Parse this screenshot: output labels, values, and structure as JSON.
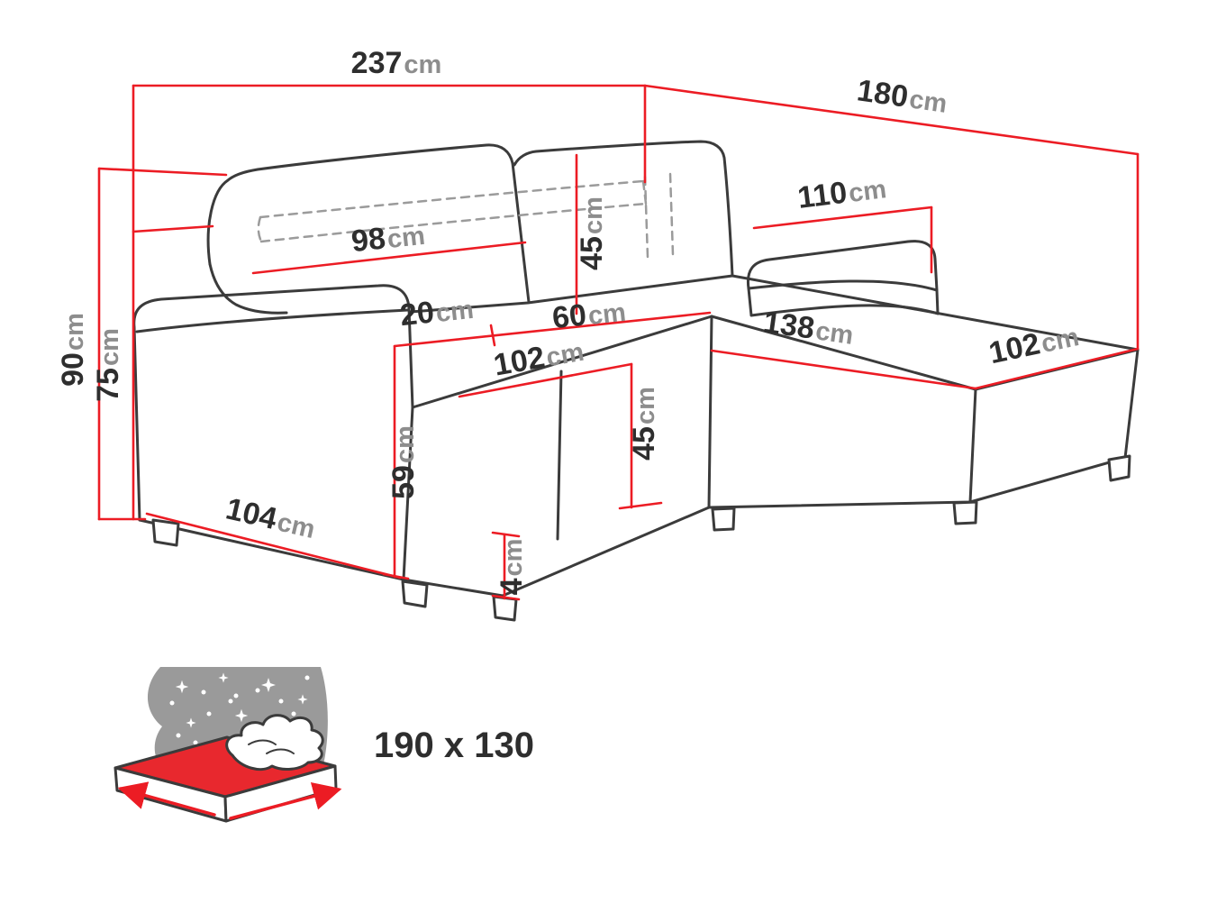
{
  "diagram": {
    "type": "corner-sofa dimension diagram",
    "background": "#ffffff"
  },
  "colors": {
    "outline": "#3b3b3b",
    "dimension": "#ec1c24",
    "number": "#2e2e2e",
    "unit": "#8d8d8d",
    "dashed": "#9b9b9b",
    "blanket": "#9a9a9a",
    "mattress_red": "#e8282e"
  },
  "dimensions": {
    "total_width": {
      "value": "237",
      "unit": "cm"
    },
    "total_depth": {
      "value": "180",
      "unit": "cm"
    },
    "overall_height": {
      "value": "90",
      "unit": "cm"
    },
    "back_height": {
      "value": "75",
      "unit": "cm"
    },
    "backrest_cushion_width": {
      "value": "98",
      "unit": "cm"
    },
    "backrest_cushion_height": {
      "value": "45",
      "unit": "cm"
    },
    "chaise_armrest_length": {
      "value": "110",
      "unit": "cm"
    },
    "armrest_width": {
      "value": "20",
      "unit": "cm"
    },
    "seat_gap": {
      "value": "60",
      "unit": "cm"
    },
    "seat_width": {
      "value": "102",
      "unit": "cm"
    },
    "seat_front_height": {
      "value": "45",
      "unit": "cm"
    },
    "armrest_height": {
      "value": "59",
      "unit": "cm"
    },
    "side_depth": {
      "value": "104",
      "unit": "cm"
    },
    "leg_height": {
      "value": "4",
      "unit": "cm"
    },
    "chaise_seat_length": {
      "value": "138",
      "unit": "cm"
    },
    "chaise_seat_width": {
      "value": "102",
      "unit": "cm"
    }
  },
  "sleeping_area": {
    "label": "190 x 130"
  }
}
